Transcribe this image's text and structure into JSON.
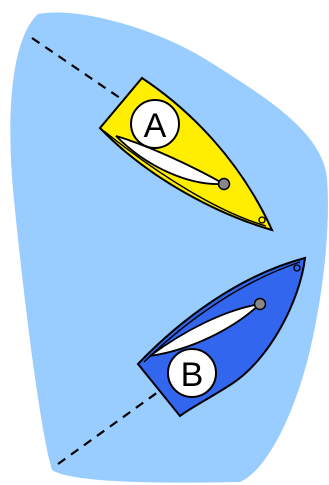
{
  "diagram": {
    "colors": {
      "water": "#99ccff",
      "boat_a_hull": "#ffee00",
      "boat_b_hull": "#3366ee",
      "sail": "#ffffff",
      "outline": "#000000",
      "boom_knob": "#888888",
      "label_circle": "#ffffff",
      "track_line": "#000000"
    },
    "boats": [
      {
        "id": "A",
        "label": "A"
      },
      {
        "id": "B",
        "label": "B"
      }
    ]
  }
}
